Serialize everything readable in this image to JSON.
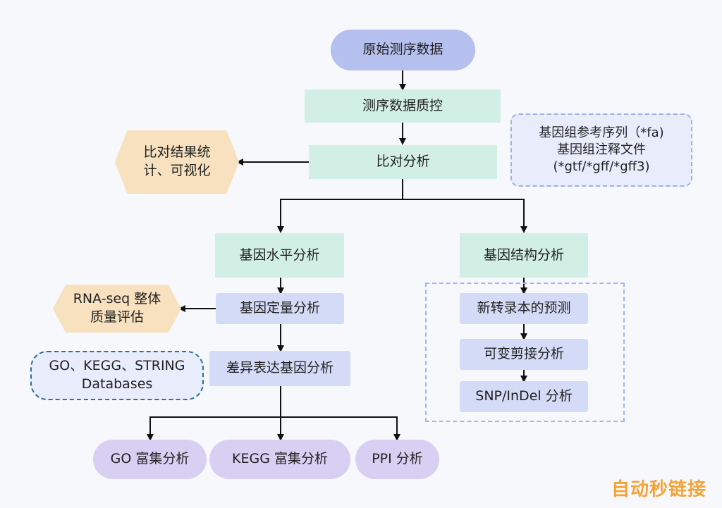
{
  "diagram": {
    "raw_data": "原始测序数据",
    "qc": "测序数据质控",
    "alignment": "比对分析",
    "alignment_stats": "比对结果统\n计、可视化",
    "reference": "基因组参考序列（*fa)\n基因组注释文件\n(*gtf/*gff/*gff3)",
    "gene_level": "基因水平分析",
    "gene_structure": "基因结构分析",
    "quantification": "基因定量分析",
    "rnaseq_quality": "RNA-seq 整体\n质量评估",
    "deg": "差异表达基因分析",
    "databases": "GO、KEGG、STRING\nDatabases",
    "transcript_prediction": "新转录本的预测",
    "alt_splicing": "可变剪接分析",
    "snp_indel": "SNP/InDel 分析",
    "go_enrich": "GO 富集分析",
    "kegg_enrich": "KEGG 富集分析",
    "ppi": "PPI 分析"
  },
  "watermark": "自动秒链接",
  "colors": {
    "line": "#111111",
    "pill_blue": "#b6c0ef",
    "mint": "#d2efe6",
    "lavender": "#d4dbf6",
    "oval_lavender": "#d7d0f3",
    "hexagon": "#f7e1bf",
    "watermark": "#f2a33a"
  }
}
